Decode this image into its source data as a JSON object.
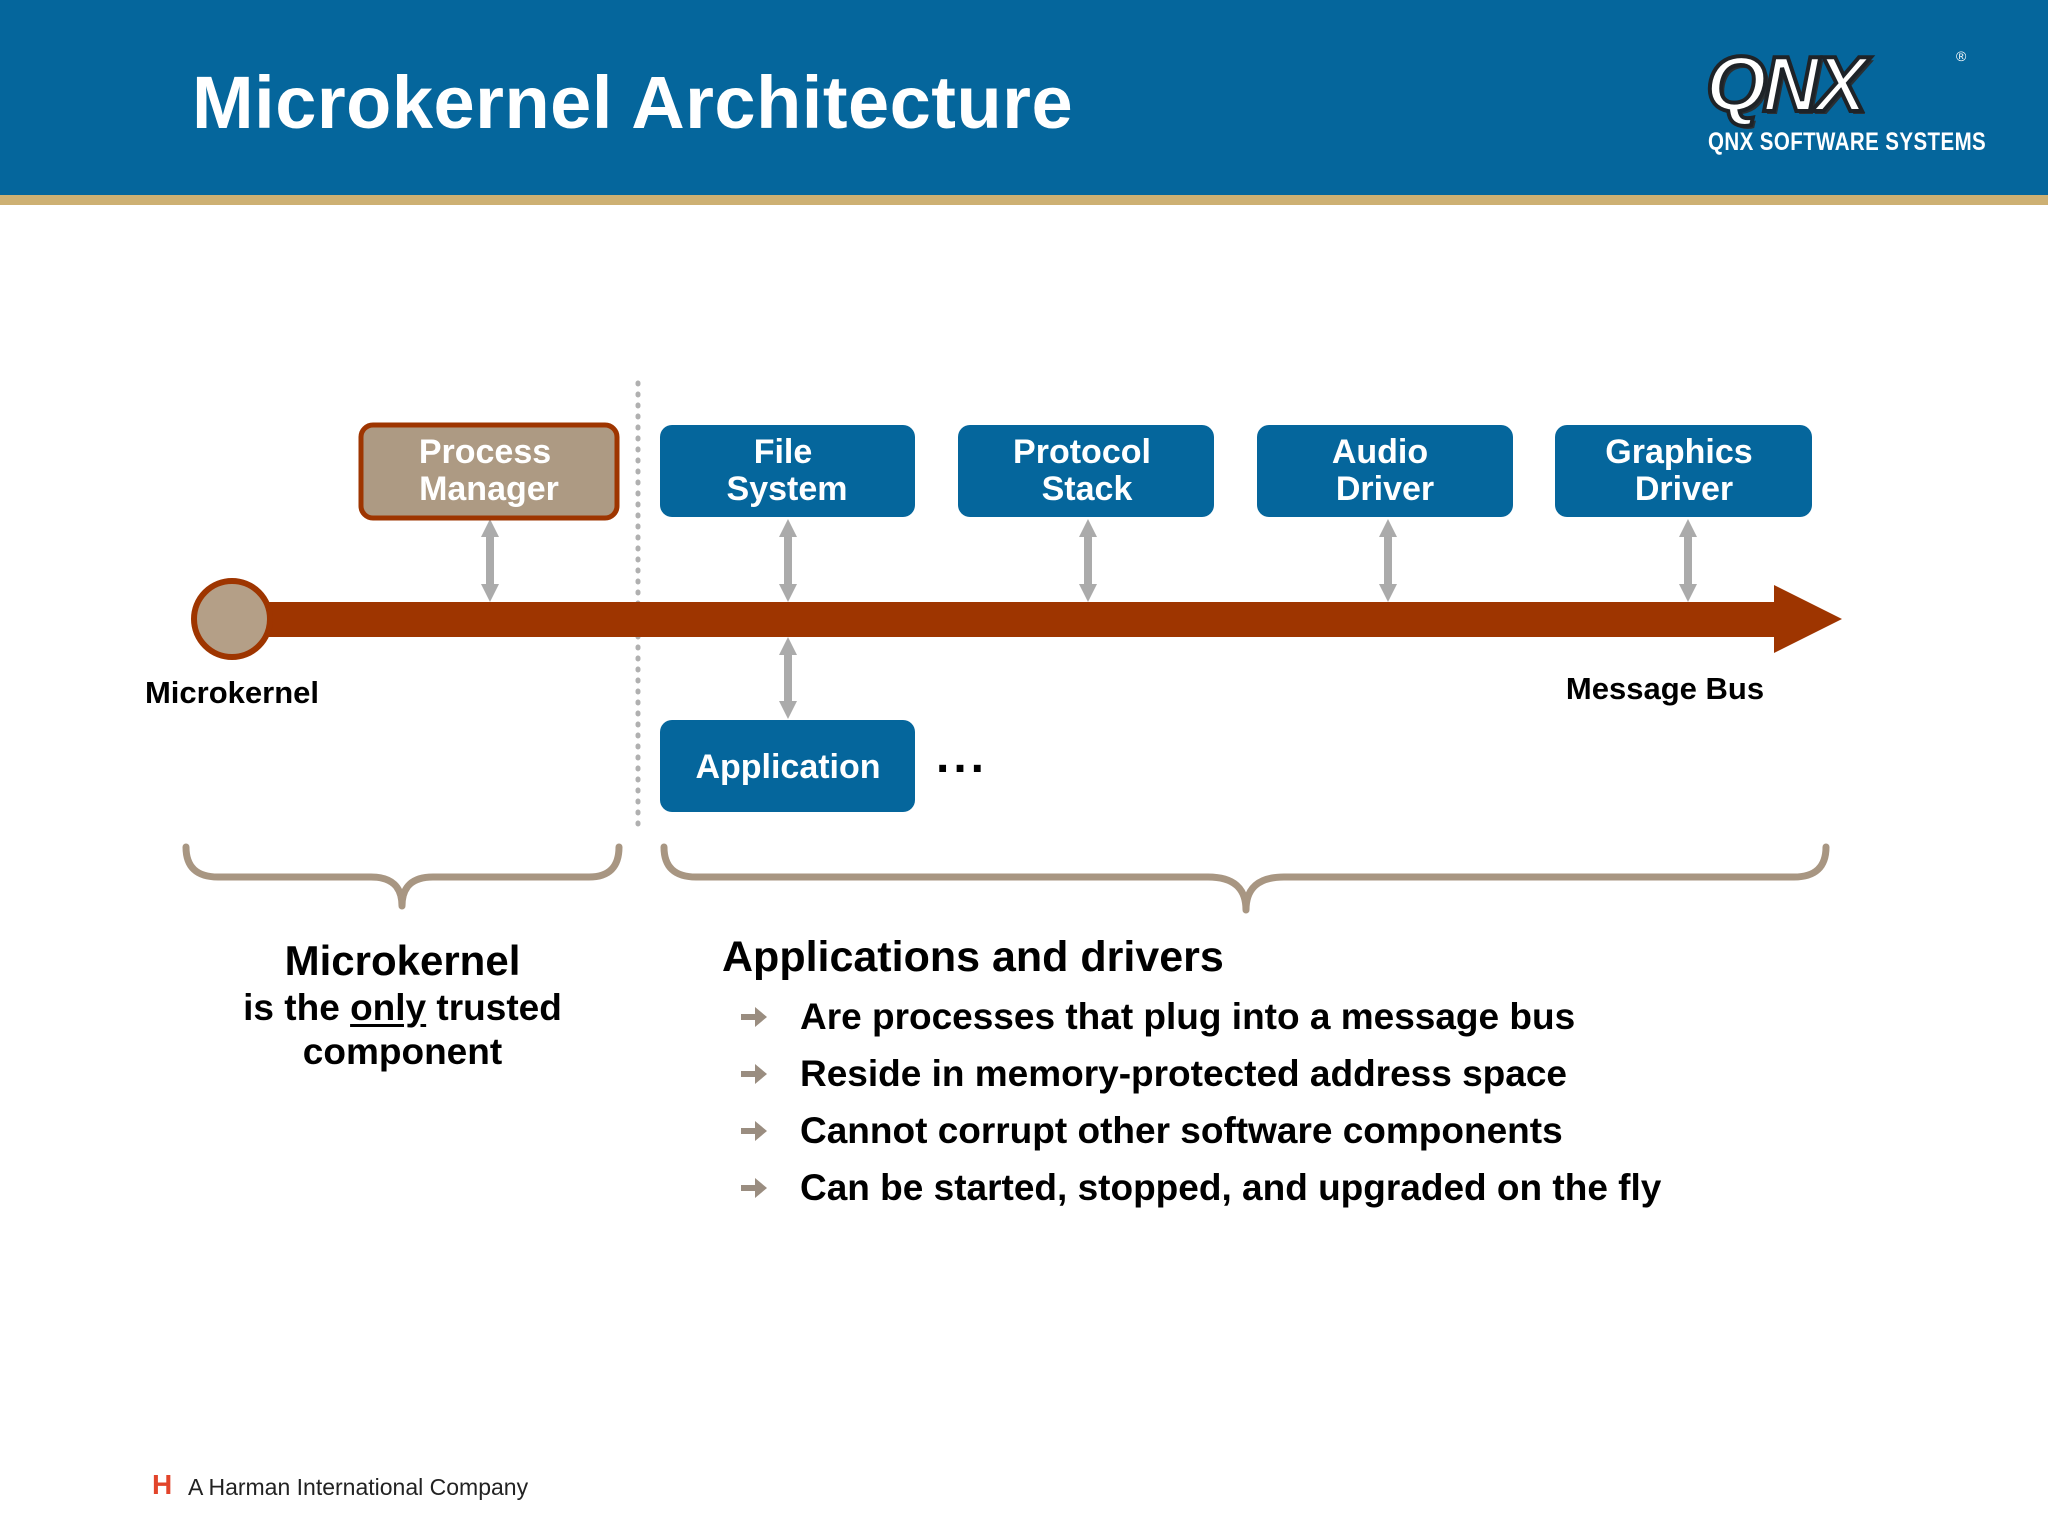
{
  "header": {
    "title": "Microkernel Architecture",
    "logo": {
      "mark": "QNX",
      "registered": "®",
      "subtitle": "QNX SOFTWARE SYSTEMS"
    }
  },
  "diagram": {
    "kernel_box": {
      "label_lines": [
        "Process",
        "Manager"
      ]
    },
    "service_boxes": [
      {
        "label_lines": [
          "File",
          "System"
        ]
      },
      {
        "label_lines": [
          "Protocol",
          "Stack"
        ]
      },
      {
        "label_lines": [
          "Audio",
          "Driver"
        ]
      },
      {
        "label_lines": [
          "Graphics",
          "Driver"
        ]
      }
    ],
    "application_box": {
      "label": "Application"
    },
    "continuation": "...",
    "microkernel_node_label": "Microkernel",
    "bus_label": "Message Bus"
  },
  "left_caption": {
    "heading": "Microkernel",
    "line_prefix": "is the ",
    "line_emphasis": "only",
    "line_suffix": " trusted",
    "line2": "component"
  },
  "right_caption": {
    "heading": "Applications and drivers",
    "bullets": [
      "Are processes that plug into a message bus",
      "Reside in memory-protected address space",
      "Cannot corrupt other software components",
      "Can be started, stopped, and upgraded on the fly"
    ]
  },
  "footer": {
    "mark": "H",
    "text": "A Harman International Company"
  },
  "colors": {
    "header": "#05669c",
    "header_rule": "#cdb073",
    "service_box": "#05669c",
    "kernel_box": "#ad9a83",
    "bus": "#9e3500",
    "connector": "#ababab",
    "brace": "#a89682",
    "bullet_arrow": "#9a8d80"
  }
}
